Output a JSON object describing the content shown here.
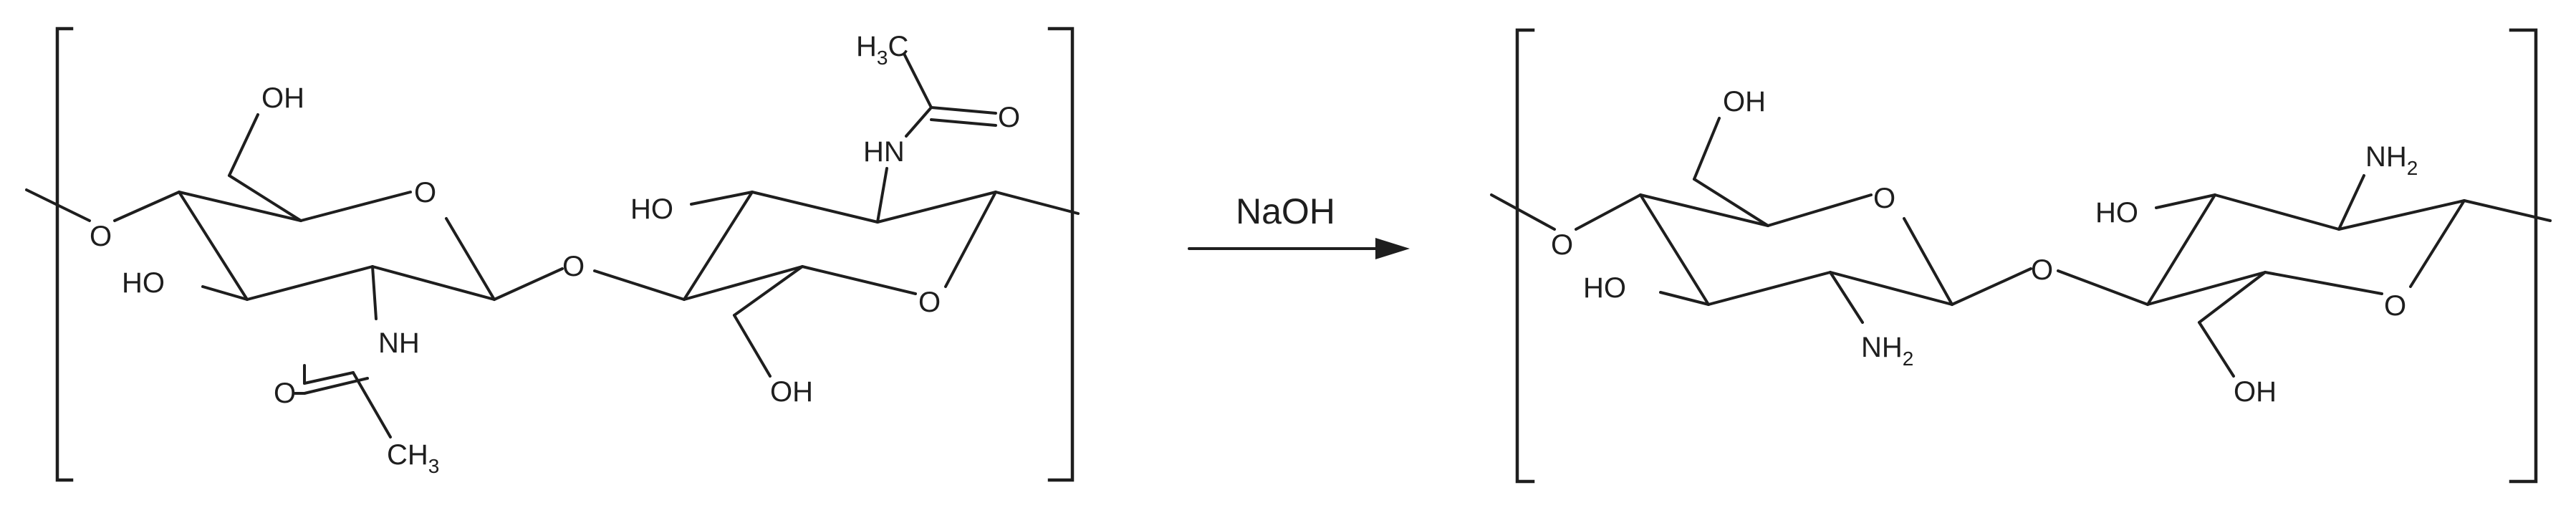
{
  "reaction": {
    "reagent": "NaOH"
  },
  "labels": {
    "O": "O",
    "OH": "OH",
    "HO": "HO",
    "NH": "NH",
    "HN": "HN",
    "NH2": "NH",
    "H3C_H": "H",
    "H3C_C": "C",
    "CH3_CH": "CH",
    "sub2": "2",
    "sub3": "3"
  },
  "colors": {
    "ink": "#1e1e1e",
    "background": "#ffffff"
  }
}
